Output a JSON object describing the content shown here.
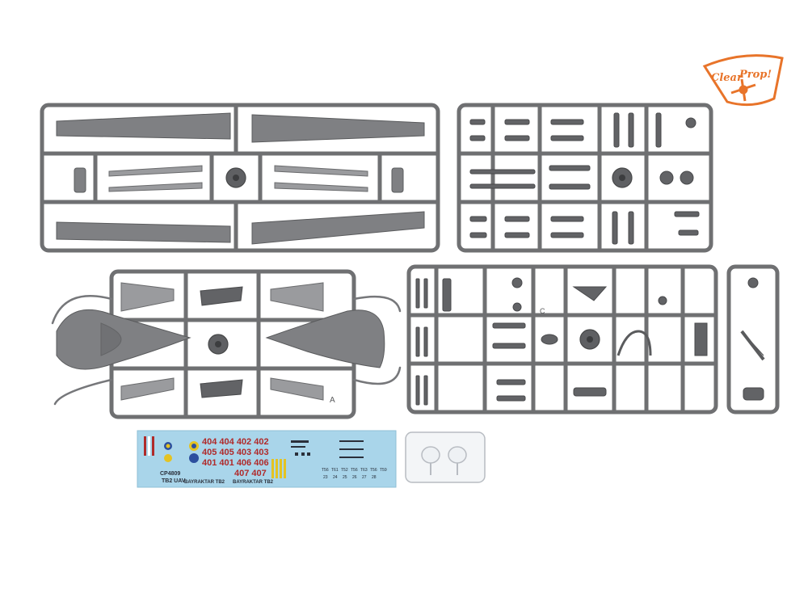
{
  "brand": {
    "name": "Clear Prop!",
    "word1": "Clear",
    "word2": "Prop!",
    "color": "#e8742a"
  },
  "decal": {
    "kit_code": "CP4809",
    "model_line": "TB2 UAV",
    "bayraktar_1": "BAYRAKTAR TB2",
    "bayraktar_2": "BAYRAKTAR TB2",
    "serial_rows": [
      "404 404 402 402",
      "405 405 403 403",
      "401 401 406 406",
      "407 407"
    ],
    "tail_codes": [
      "T56",
      "T61",
      "T52",
      "T56",
      "T63",
      "T56",
      "T59"
    ],
    "number_row": [
      "23",
      "24",
      "25",
      "26",
      "27",
      "28"
    ],
    "background": "#a9d5ea"
  },
  "sprue_letters": {
    "mid_right": "C",
    "bottom_left": "A"
  },
  "colors": {
    "plastic": "#7f8083",
    "sprue": "#6f7072",
    "decal_red": "#b02a2a"
  }
}
